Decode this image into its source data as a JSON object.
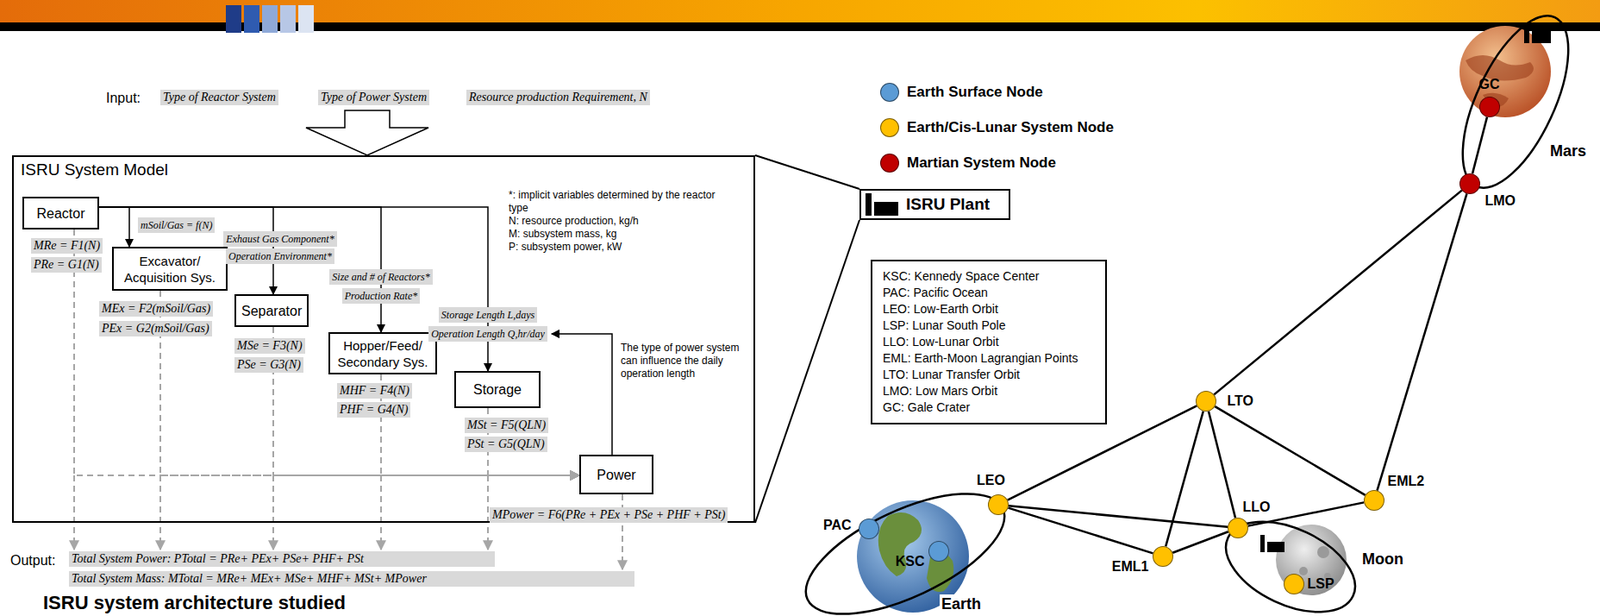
{
  "diagram": {
    "nodes": [
      {
        "text": [
          "ISRU System Model"
        ]
      },
      {
        "text": [
          "Reactor"
        ],
        "in": 0
      },
      {
        "text": [
          "Excavator/ Acquisition Sys."
        ],
        "in": 0
      },
      {
        "text": [
          "Separator"
        ],
        "in": 0
      },
      {
        "text": [
          "Hopper/Feed/ Secondary Sys."
        ],
        "in": 0
      },
      {
        "text": [
          "Storage"
        ],
        "in": 0
      },
      {
        "text": [
          "Power"
        ],
        "in": 0
      },
      {
        "text": [
          "ISRU Plant"
        ]
      },
      {
        "text": [
          "KSC: Kennedy Space Center",
          "PAC: Pacific Ocean",
          "LEO: Low-Earth Orbit",
          "LSP: Lunar South Pole",
          "LLO: Low-Lunar Orbit",
          "EML: Earth-Moon Lagrangian Points",
          "LTO: Lunar Transfer Orbit",
          "LMO: Low Mars Orbit",
          "GC: Gale Crater"
        ]
      },
      {
        "text": [
          "GC"
        ]
      },
      {
        "text": [
          "LMO"
        ]
      },
      {
        "text": [
          "LTO"
        ]
      },
      {
        "text": [
          "EML2"
        ]
      },
      {
        "text": [
          "LEO"
        ]
      },
      {
        "text": [
          "LLO"
        ]
      },
      {
        "text": [
          "EML1"
        ]
      },
      {
        "text": [
          "PAC"
        ]
      },
      {
        "text": [
          "KSC"
        ]
      },
      {
        "text": [
          "LSP"
        ]
      }
    ],
    "edges": [
      {
        "from": 0,
        "to": 7,
        "arrow": "none"
      },
      {
        "from": 0,
        "to": 7,
        "arrow": "none"
      },
      {
        "from": 1,
        "to": 2,
        "arrow": "to"
      },
      {
        "from": 1,
        "to": 3,
        "arrow": "to"
      },
      {
        "from": 1,
        "to": 4,
        "arrow": "to"
      },
      {
        "from": 1,
        "to": 5,
        "arrow": "to"
      },
      {
        "from": 1,
        "to": 6,
        "arrow": "to"
      },
      {
        "from": 2,
        "to": 6,
        "arrow": "to"
      },
      {
        "from": 3,
        "to": 6,
        "arrow": "to"
      },
      {
        "from": 4,
        "to": 6,
        "arrow": "to"
      },
      {
        "from": 5,
        "to": 6,
        "arrow": "to"
      },
      {
        "from": 9,
        "to": 10,
        "arrow": "none"
      },
      {
        "from": 10,
        "to": 11,
        "arrow": "none"
      },
      {
        "from": 10,
        "to": 12,
        "arrow": "none"
      },
      {
        "from": 11,
        "to": 13,
        "arrow": "none"
      },
      {
        "from": 11,
        "to": 15,
        "arrow": "none"
      },
      {
        "from": 11,
        "to": 14,
        "arrow": "none"
      },
      {
        "from": 11,
        "to": 12,
        "arrow": "none"
      },
      {
        "from": 13,
        "to": 15,
        "arrow": "none"
      },
      {
        "from": 13,
        "to": 14,
        "arrow": "none"
      },
      {
        "from": 14,
        "to": 12,
        "arrow": "none"
      },
      {
        "from": 15,
        "to": 14,
        "arrow": "none"
      }
    ],
    "labels": [
      "Input:",
      "Type of Reactor System",
      "Type of Power System",
      "Resource production Requirement, N",
      "*: implicit variables determined by the reactor type",
      "N: resource production, kg/h",
      "M: subsystem mass, kg",
      "P: subsystem power, kW",
      "MRe = F1(N)",
      "PRe = G1(N)",
      "mSoil/Gas = f(N)",
      "MEx = F2(mSoil/Gas)",
      "PEx = G2(mSoil/Gas)",
      "Exhaust Gas Component*",
      "Operation Environment*",
      "MSe = F3(N)",
      "PSe = G3(N)",
      "Size and # of Reactors*",
      "Production Rate*",
      "MHF = F4(N)",
      "PHF = G4(N)",
      "Storage Length L,days",
      "Operation Length Q,hr/day",
      "MSt = F5(QLN)",
      "PSt = G5(QLN)",
      "The type of power system can influence the daily operation length",
      "MPower = F6(PRe + PEx + PSe + PHF + PSt)",
      "Output:",
      "Total System Power: PTotal = PRe+ PEx+ PSe+ PHF+ PSt",
      "Total System Mass: MTotal = MRe+ MEx+ MSe+ MHF+ MSt+ MPower",
      "Earth",
      "Moon",
      "Mars",
      "ISRU system architecture studied"
    ],
    "legend": [
      {
        "text": "Earth Surface Node",
        "color": "#5b9bd5"
      },
      {
        "text": "Earth/Cis-Lunar System Node",
        "color": "#ffc000"
      },
      {
        "text": "Martian System Node",
        "color": "#c00000"
      }
    ]
  }
}
